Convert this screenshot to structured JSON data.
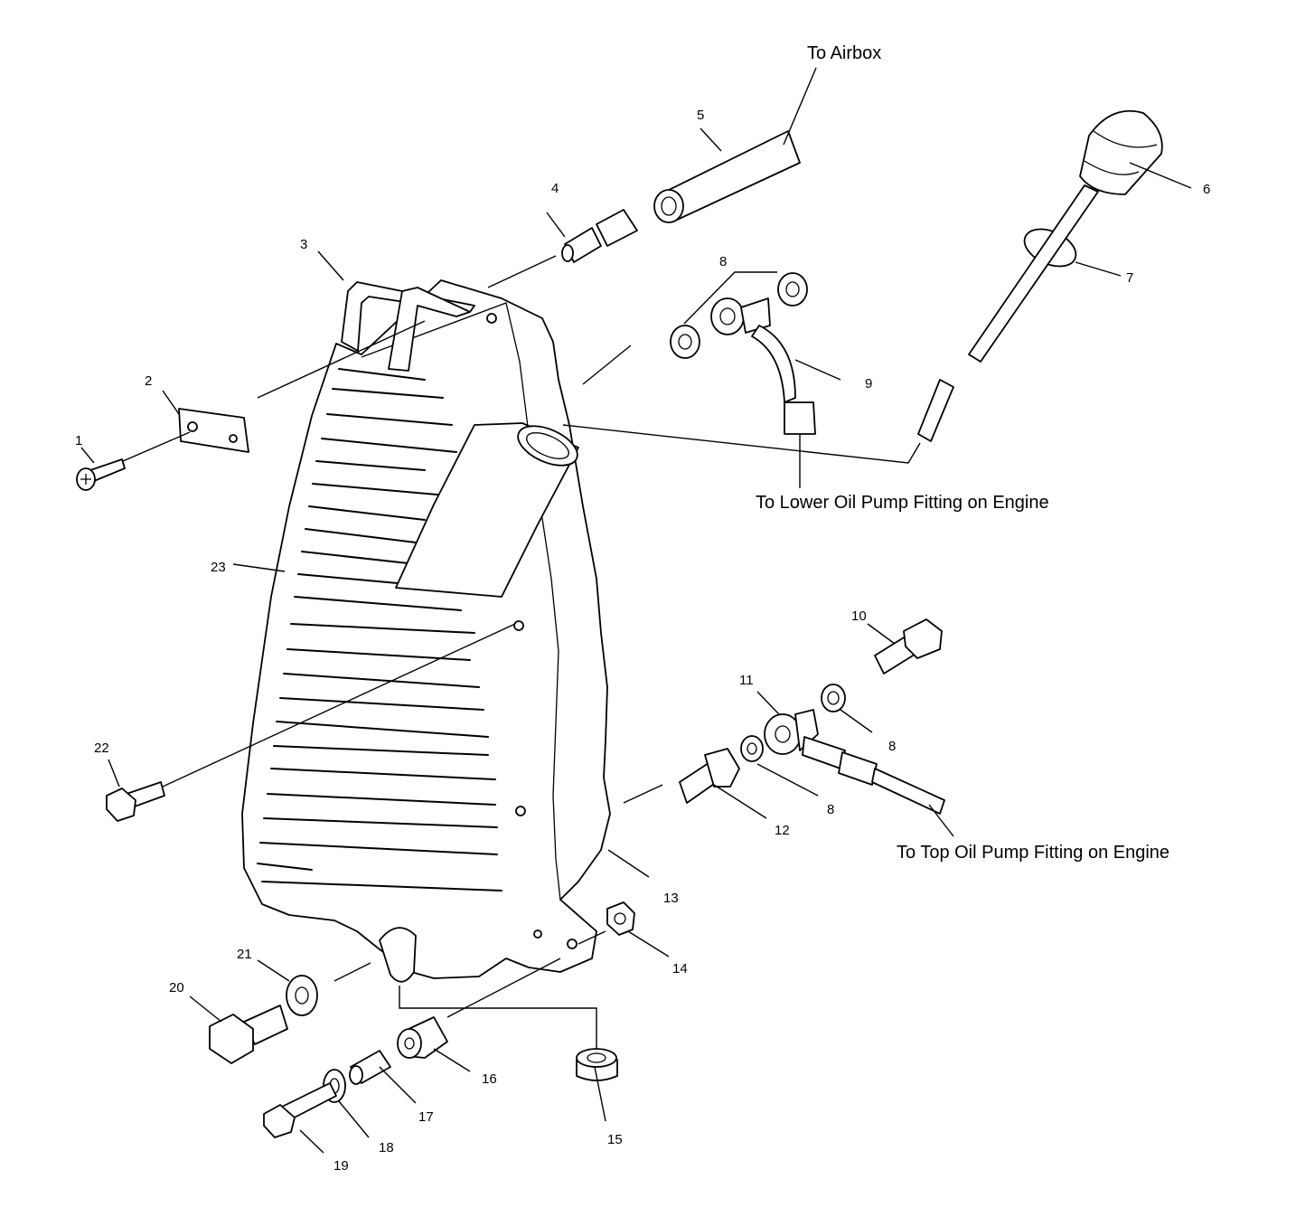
{
  "annotations": {
    "to_airbox": "To Airbox",
    "to_lower_oil_pump": "To Lower Oil Pump Fitting on Engine",
    "to_top_oil_pump": "To Top Oil Pump Fitting on Engine"
  },
  "callouts": {
    "c1": "1",
    "c2": "2",
    "c3": "3",
    "c4": "4",
    "c5": "5",
    "c6": "6",
    "c7": "7",
    "c8a": "8",
    "c8b": "8",
    "c8c": "8",
    "c9": "9",
    "c10": "10",
    "c11": "11",
    "c12": "12",
    "c13": "13",
    "c14": "14",
    "c15": "15",
    "c16": "16",
    "c17": "17",
    "c18": "18",
    "c19": "19",
    "c20": "20",
    "c21": "21",
    "c22": "22",
    "c23": "23"
  }
}
